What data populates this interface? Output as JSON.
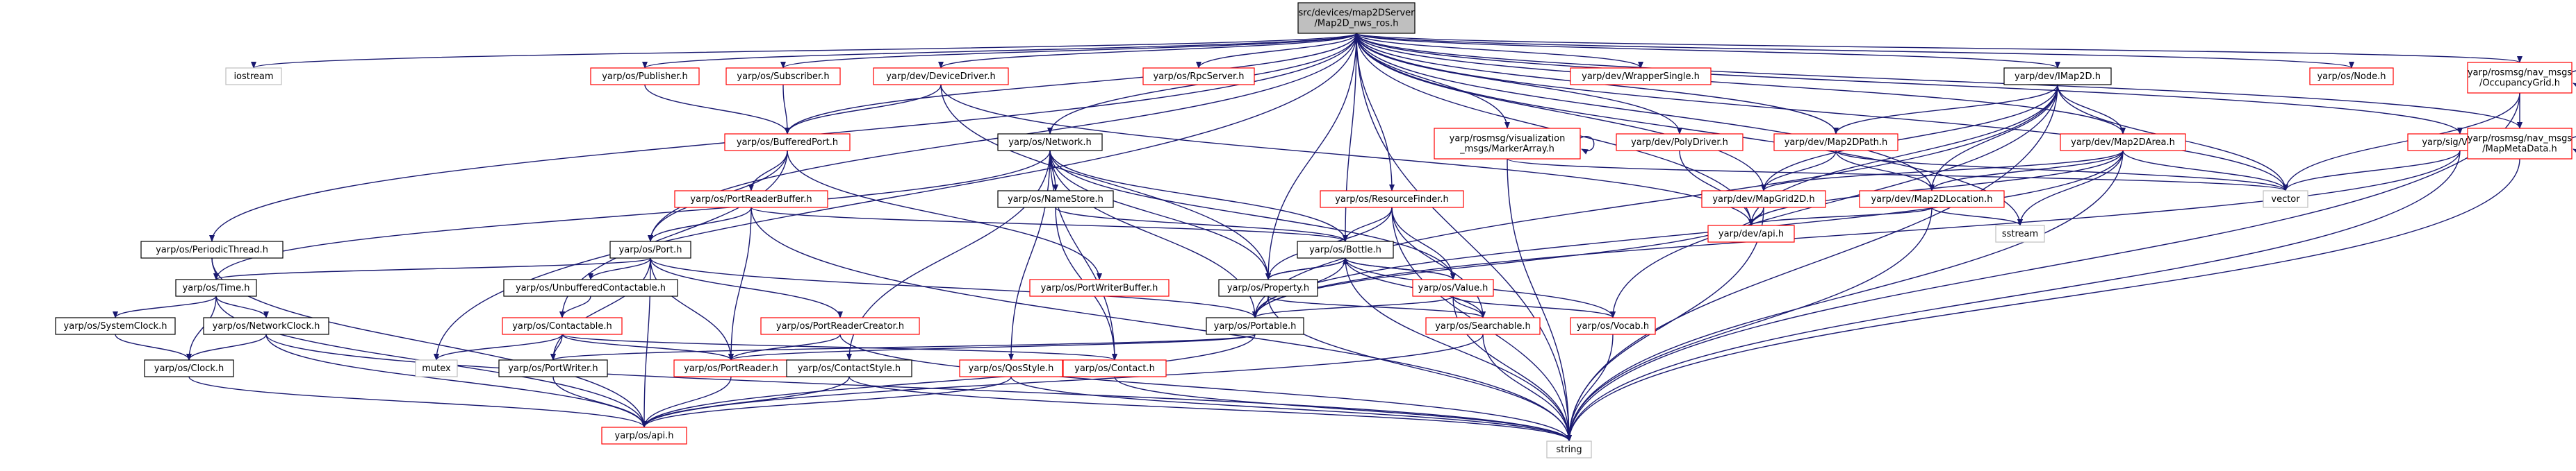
{
  "graph_title": "src/devices/map2DServer/Map2D_nws_ros.h",
  "colors": {
    "edge": "#191970",
    "root_fill": "#bfbfbf",
    "root_border": "#000000",
    "node_fill": "#ffffff",
    "border_red": "#ff0000",
    "border_black": "#000000",
    "border_grey": "#bfbfbf",
    "text": "#000000"
  },
  "nodes": [
    {
      "id": "root",
      "label": "src/devices/map2DServer\n/Map2D_nws_ros.h",
      "style": "root"
    },
    {
      "id": "iostream",
      "label": "iostream",
      "style": "grey"
    },
    {
      "id": "publisher",
      "label": "yarp/os/Publisher.h",
      "style": "red"
    },
    {
      "id": "subscriber",
      "label": "yarp/os/Subscriber.h",
      "style": "red"
    },
    {
      "id": "devicedriver",
      "label": "yarp/dev/DeviceDriver.h",
      "style": "red"
    },
    {
      "id": "rpcserver",
      "label": "yarp/os/RpcServer.h",
      "style": "red"
    },
    {
      "id": "wrappersingle",
      "label": "yarp/dev/WrapperSingle.h",
      "style": "red"
    },
    {
      "id": "imap2d",
      "label": "yarp/dev/IMap2D.h",
      "style": "black"
    },
    {
      "id": "node",
      "label": "yarp/os/Node.h",
      "style": "red"
    },
    {
      "id": "occgrid",
      "label": "yarp/rosmsg/nav_msgs\n/OccupancyGrid.h",
      "style": "red"
    },
    {
      "id": "network",
      "label": "yarp/os/Network.h",
      "style": "black"
    },
    {
      "id": "markerarray",
      "label": "yarp/rosmsg/visualization\n_msgs/MarkerArray.h",
      "style": "red"
    },
    {
      "id": "polydriver",
      "label": "yarp/dev/PolyDriver.h",
      "style": "red"
    },
    {
      "id": "map2dpath",
      "label": "yarp/dev/Map2DPath.h",
      "style": "red"
    },
    {
      "id": "map2darea",
      "label": "yarp/dev/Map2DArea.h",
      "style": "red"
    },
    {
      "id": "sigvector",
      "label": "yarp/sig/Vector.h",
      "style": "red"
    },
    {
      "id": "mapmetadata",
      "label": "yarp/rosmsg/nav_msgs\n/MapMetaData.h",
      "style": "red"
    },
    {
      "id": "bufferedport",
      "label": "yarp/os/BufferedPort.h",
      "style": "red"
    },
    {
      "id": "namestore",
      "label": "yarp/os/NameStore.h",
      "style": "black"
    },
    {
      "id": "resourcefinder",
      "label": "yarp/os/ResourceFinder.h",
      "style": "red"
    },
    {
      "id": "mapgrid2d",
      "label": "yarp/dev/MapGrid2D.h",
      "style": "red"
    },
    {
      "id": "map2dlocation",
      "label": "yarp/dev/Map2DLocation.h",
      "style": "red"
    },
    {
      "id": "vector",
      "label": "vector",
      "style": "grey"
    },
    {
      "id": "portreaderbuffer",
      "label": "yarp/os/PortReaderBuffer.h",
      "style": "red"
    },
    {
      "id": "devapi",
      "label": "yarp/dev/api.h",
      "style": "red"
    },
    {
      "id": "sstream",
      "label": "sstream",
      "style": "grey"
    },
    {
      "id": "periodicthread",
      "label": "yarp/os/PeriodicThread.h",
      "style": "black"
    },
    {
      "id": "port",
      "label": "yarp/os/Port.h",
      "style": "black"
    },
    {
      "id": "bottle",
      "label": "yarp/os/Bottle.h",
      "style": "black"
    },
    {
      "id": "time",
      "label": "yarp/os/Time.h",
      "style": "black"
    },
    {
      "id": "unbuffcontactable",
      "label": "yarp/os/UnbufferedContactable.h",
      "style": "black"
    },
    {
      "id": "portwriterbuffer",
      "label": "yarp/os/PortWriterBuffer.h",
      "style": "red"
    },
    {
      "id": "property",
      "label": "yarp/os/Property.h",
      "style": "black"
    },
    {
      "id": "value",
      "label": "yarp/os/Value.h",
      "style": "red"
    },
    {
      "id": "systemclock",
      "label": "yarp/os/SystemClock.h",
      "style": "black"
    },
    {
      "id": "networkclock",
      "label": "yarp/os/NetworkClock.h",
      "style": "black"
    },
    {
      "id": "contactable",
      "label": "yarp/os/Contactable.h",
      "style": "red"
    },
    {
      "id": "portreadercreator",
      "label": "yarp/os/PortReaderCreator.h",
      "style": "red"
    },
    {
      "id": "portable",
      "label": "yarp/os/Portable.h",
      "style": "black"
    },
    {
      "id": "searchable",
      "label": "yarp/os/Searchable.h",
      "style": "red"
    },
    {
      "id": "vocab",
      "label": "yarp/os/Vocab.h",
      "style": "red"
    },
    {
      "id": "mutex",
      "label": "mutex",
      "style": "grey"
    },
    {
      "id": "clock",
      "label": "yarp/os/Clock.h",
      "style": "black"
    },
    {
      "id": "portwriter",
      "label": "yarp/os/PortWriter.h",
      "style": "black"
    },
    {
      "id": "portreader",
      "label": "yarp/os/PortReader.h",
      "style": "red"
    },
    {
      "id": "contactstyle",
      "label": "yarp/os/ContactStyle.h",
      "style": "black"
    },
    {
      "id": "qosstyle",
      "label": "yarp/os/QosStyle.h",
      "style": "red"
    },
    {
      "id": "contact",
      "label": "yarp/os/Contact.h",
      "style": "red"
    },
    {
      "id": "osapi",
      "label": "yarp/os/api.h",
      "style": "red"
    },
    {
      "id": "string",
      "label": "string",
      "style": "grey"
    }
  ],
  "edges": [
    [
      "root",
      "iostream"
    ],
    [
      "root",
      "publisher"
    ],
    [
      "root",
      "subscriber"
    ],
    [
      "root",
      "devicedriver"
    ],
    [
      "root",
      "rpcserver"
    ],
    [
      "root",
      "wrappersingle"
    ],
    [
      "root",
      "imap2d"
    ],
    [
      "root",
      "node"
    ],
    [
      "root",
      "occgrid"
    ],
    [
      "root",
      "network"
    ],
    [
      "root",
      "markerarray"
    ],
    [
      "root",
      "polydriver"
    ],
    [
      "root",
      "map2dpath"
    ],
    [
      "root",
      "map2darea"
    ],
    [
      "root",
      "sigvector"
    ],
    [
      "root",
      "mapmetadata"
    ],
    [
      "root",
      "bufferedport"
    ],
    [
      "root",
      "resourcefinder"
    ],
    [
      "root",
      "mapgrid2d"
    ],
    [
      "root",
      "map2dlocation"
    ],
    [
      "root",
      "vector"
    ],
    [
      "root",
      "devapi"
    ],
    [
      "root",
      "sstream"
    ],
    [
      "root",
      "periodicthread"
    ],
    [
      "root",
      "port"
    ],
    [
      "root",
      "bottle"
    ],
    [
      "root",
      "property"
    ],
    [
      "root",
      "mutex"
    ],
    [
      "root",
      "string"
    ],
    [
      "publisher",
      "bufferedport"
    ],
    [
      "subscriber",
      "bufferedport"
    ],
    [
      "devicedriver",
      "bufferedport"
    ],
    [
      "devicedriver",
      "property"
    ],
    [
      "devicedriver",
      "devapi"
    ],
    [
      "imap2d",
      "mapgrid2d"
    ],
    [
      "imap2d",
      "map2dlocation"
    ],
    [
      "imap2d",
      "map2dpath"
    ],
    [
      "imap2d",
      "map2darea"
    ],
    [
      "imap2d",
      "vector"
    ],
    [
      "imap2d",
      "string"
    ],
    [
      "imap2d",
      "devapi"
    ],
    [
      "imap2d",
      "vocab"
    ],
    [
      "imap2d",
      "portable"
    ],
    [
      "occgrid",
      "occgrid"
    ],
    [
      "occgrid",
      "vector"
    ],
    [
      "occgrid",
      "string"
    ],
    [
      "occgrid",
      "mapmetadata"
    ],
    [
      "mapmetadata",
      "mapmetadata"
    ],
    [
      "mapmetadata",
      "string"
    ],
    [
      "markerarray",
      "markerarray"
    ],
    [
      "markerarray",
      "vector"
    ],
    [
      "markerarray",
      "string"
    ],
    [
      "polydriver",
      "devapi"
    ],
    [
      "map2dpath",
      "map2dlocation"
    ],
    [
      "map2dpath",
      "vector"
    ],
    [
      "map2dpath",
      "mapgrid2d"
    ],
    [
      "map2darea",
      "map2dlocation"
    ],
    [
      "map2darea",
      "vector"
    ],
    [
      "map2darea",
      "mapgrid2d"
    ],
    [
      "map2darea",
      "string"
    ],
    [
      "map2darea",
      "sstream"
    ],
    [
      "map2darea",
      "devapi"
    ],
    [
      "map2darea",
      "portable"
    ],
    [
      "sigvector",
      "vector"
    ],
    [
      "sigvector",
      "string"
    ],
    [
      "sigvector",
      "portable"
    ],
    [
      "network",
      "namestore"
    ],
    [
      "network",
      "contactstyle"
    ],
    [
      "network",
      "qosstyle"
    ],
    [
      "network",
      "contact"
    ],
    [
      "network",
      "property"
    ],
    [
      "network",
      "bottle"
    ],
    [
      "network",
      "portable"
    ],
    [
      "network",
      "value"
    ],
    [
      "network",
      "time"
    ],
    [
      "bufferedport",
      "portreaderbuffer"
    ],
    [
      "bufferedport",
      "portwriterbuffer"
    ],
    [
      "bufferedport",
      "port"
    ],
    [
      "bufferedport",
      "contactable"
    ],
    [
      "namestore",
      "bottle"
    ],
    [
      "namestore",
      "contact"
    ],
    [
      "resourcefinder",
      "bottle"
    ],
    [
      "resourcefinder",
      "property"
    ],
    [
      "resourcefinder",
      "string"
    ],
    [
      "resourcefinder",
      "searchable"
    ],
    [
      "resourcefinder",
      "value"
    ],
    [
      "mapgrid2d",
      "devapi"
    ],
    [
      "mapgrid2d",
      "string"
    ],
    [
      "mapgrid2d",
      "portable"
    ],
    [
      "map2dlocation",
      "devapi"
    ],
    [
      "map2dlocation",
      "string"
    ],
    [
      "map2dlocation",
      "sstream"
    ],
    [
      "portreaderbuffer",
      "port"
    ],
    [
      "portreaderbuffer",
      "bottle"
    ],
    [
      "portreaderbuffer",
      "portreader"
    ],
    [
      "portreaderbuffer",
      "string"
    ],
    [
      "periodicthread",
      "time"
    ],
    [
      "periodicthread",
      "osapi"
    ],
    [
      "port",
      "unbuffcontactable"
    ],
    [
      "port",
      "portreadercreator"
    ],
    [
      "port",
      "portwriter"
    ],
    [
      "port",
      "portreader"
    ],
    [
      "port",
      "portable"
    ],
    [
      "port",
      "osapi"
    ],
    [
      "port",
      "time"
    ],
    [
      "bottle",
      "property"
    ],
    [
      "bottle",
      "value"
    ],
    [
      "bottle",
      "portable"
    ],
    [
      "bottle",
      "searchable"
    ],
    [
      "bottle",
      "vocab"
    ],
    [
      "bottle",
      "string"
    ],
    [
      "time",
      "systemclock"
    ],
    [
      "time",
      "networkclock"
    ],
    [
      "time",
      "clock"
    ],
    [
      "time",
      "osapi"
    ],
    [
      "unbuffcontactable",
      "contactable"
    ],
    [
      "property",
      "bottle"
    ],
    [
      "property",
      "portable"
    ],
    [
      "property",
      "searchable"
    ],
    [
      "property",
      "string"
    ],
    [
      "value",
      "bottle"
    ],
    [
      "value",
      "portable"
    ],
    [
      "value",
      "searchable"
    ],
    [
      "value",
      "vocab"
    ],
    [
      "value",
      "string"
    ],
    [
      "systemclock",
      "clock"
    ],
    [
      "networkclock",
      "clock"
    ],
    [
      "networkclock",
      "osapi"
    ],
    [
      "networkclock",
      "string"
    ],
    [
      "contactable",
      "mutex"
    ],
    [
      "contactable",
      "portwriter"
    ],
    [
      "contactable",
      "portreader"
    ],
    [
      "contactable",
      "contact"
    ],
    [
      "portreadercreator",
      "portreader"
    ],
    [
      "portreadercreator",
      "string"
    ],
    [
      "portable",
      "portwriter"
    ],
    [
      "portable",
      "portreader"
    ],
    [
      "portable",
      "osapi"
    ],
    [
      "searchable",
      "osapi"
    ],
    [
      "searchable",
      "string"
    ],
    [
      "vocab",
      "string"
    ],
    [
      "clock",
      "osapi"
    ],
    [
      "portwriter",
      "osapi"
    ],
    [
      "portreader",
      "osapi"
    ],
    [
      "contactstyle",
      "osapi"
    ],
    [
      "contactstyle",
      "string"
    ],
    [
      "qosstyle",
      "osapi"
    ],
    [
      "qosstyle",
      "string"
    ],
    [
      "contact",
      "string"
    ]
  ]
}
